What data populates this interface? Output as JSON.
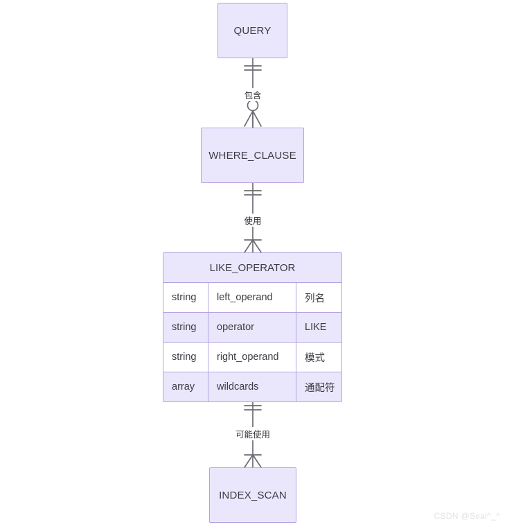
{
  "diagram": {
    "type": "er-diagram",
    "colors": {
      "entity_fill": "#eae7fc",
      "entity_border": "#b5a2e0",
      "row_alt_fill": "#ffffff",
      "connector": "#6b6b72",
      "text": "#3b3b44",
      "background": "#ffffff"
    },
    "entities": [
      {
        "id": "query",
        "name": "QUERY",
        "attributes": []
      },
      {
        "id": "where_clause",
        "name": "WHERE_CLAUSE",
        "attributes": []
      },
      {
        "id": "like_operator",
        "name": "LIKE_OPERATOR",
        "attributes": [
          {
            "type": "string",
            "name": "left_operand",
            "comment": "列名"
          },
          {
            "type": "string",
            "name": "operator",
            "comment": "LIKE"
          },
          {
            "type": "string",
            "name": "right_operand",
            "comment": "模式"
          },
          {
            "type": "array",
            "name": "wildcards",
            "comment": "通配符"
          }
        ]
      },
      {
        "id": "index_scan",
        "name": "INDEX_SCAN",
        "attributes": []
      }
    ],
    "relationships": [
      {
        "id": "query-where_clause",
        "from": "QUERY",
        "to": "WHERE_CLAUSE",
        "label": "包含",
        "from_cardinality": "exactly-one",
        "to_cardinality": "zero-or-many"
      },
      {
        "id": "where_clause-like_operator",
        "from": "WHERE_CLAUSE",
        "to": "LIKE_OPERATOR",
        "label": "使用",
        "from_cardinality": "exactly-one",
        "to_cardinality": "one-or-many"
      },
      {
        "id": "like_operator-index_scan",
        "from": "LIKE_OPERATOR",
        "to": "INDEX_SCAN",
        "label": "可能使用",
        "from_cardinality": "exactly-one",
        "to_cardinality": "one-or-many"
      }
    ]
  },
  "watermark": {
    "text": "CSDN @Seal^_^"
  }
}
